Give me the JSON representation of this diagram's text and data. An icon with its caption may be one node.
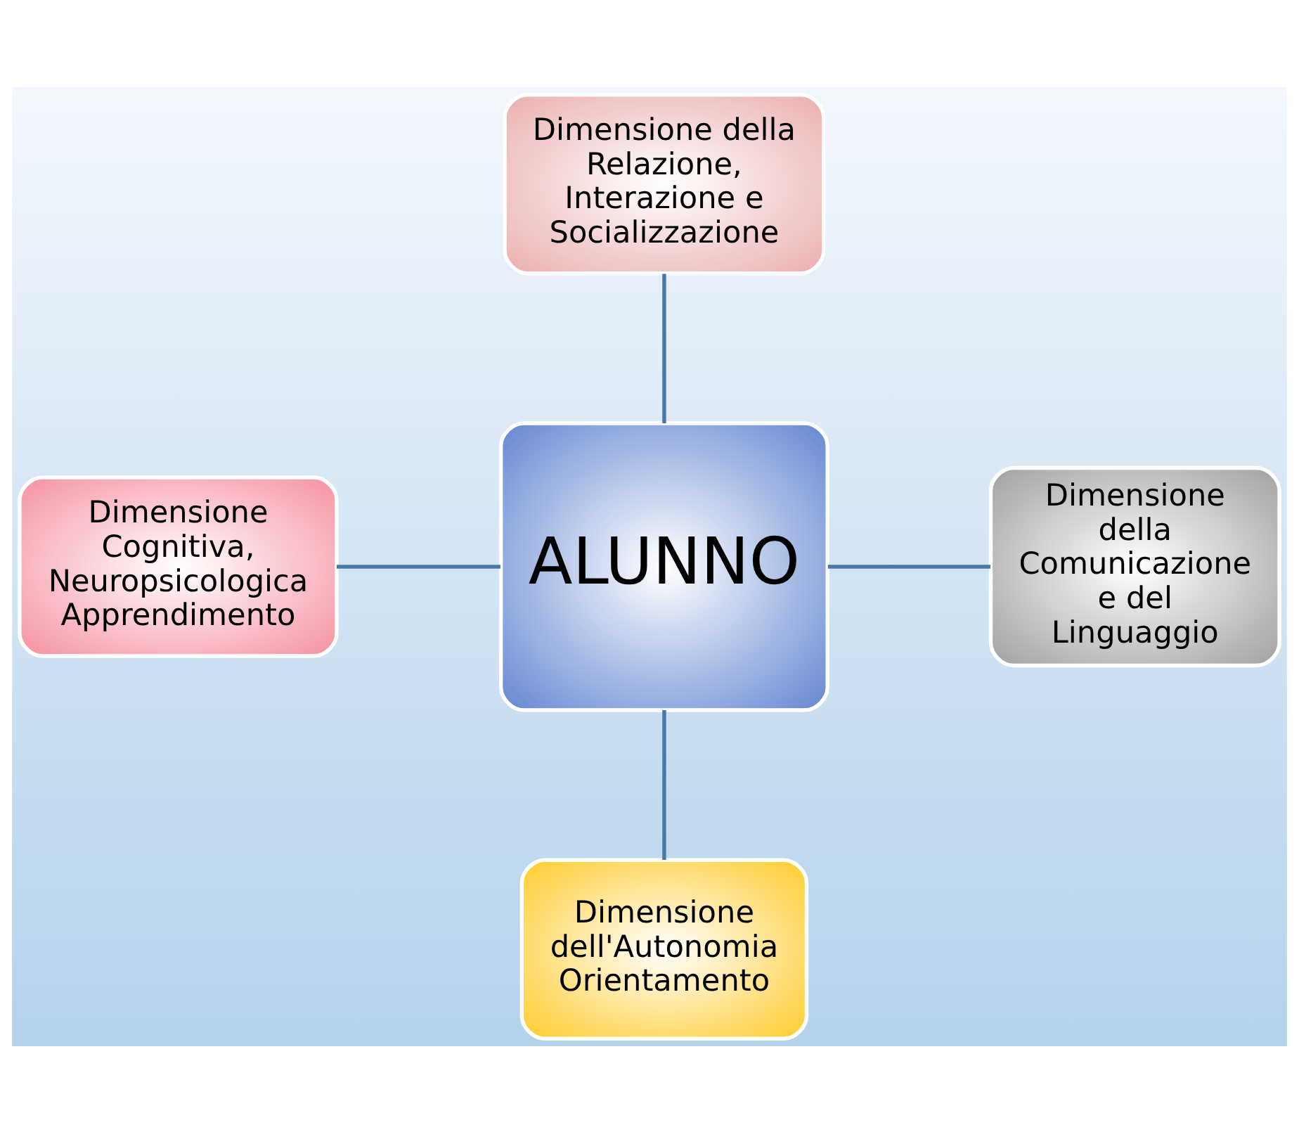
{
  "diagram": {
    "nodes": [
      {
        "text": [
          "Dimensione della Relazione, Interazione e Socializzazione"
        ]
      },
      {
        "text": [
          "Dimensione Cognitiva, Neuropsicologica Apprendimento"
        ]
      },
      {
        "text": [
          "ALUNNO"
        ]
      },
      {
        "text": [
          "Dimensione della Comunicazione e del Linguaggio"
        ]
      },
      {
        "text": [
          "Dimensione dell'Autonomia Orientamento"
        ]
      }
    ],
    "edges": [
      {
        "from": 0,
        "to": 2,
        "arrow": "none"
      },
      {
        "from": 1,
        "to": 2,
        "arrow": "none"
      },
      {
        "from": 2,
        "to": 3,
        "arrow": "none"
      },
      {
        "from": 2,
        "to": 4,
        "arrow": "none"
      }
    ]
  }
}
